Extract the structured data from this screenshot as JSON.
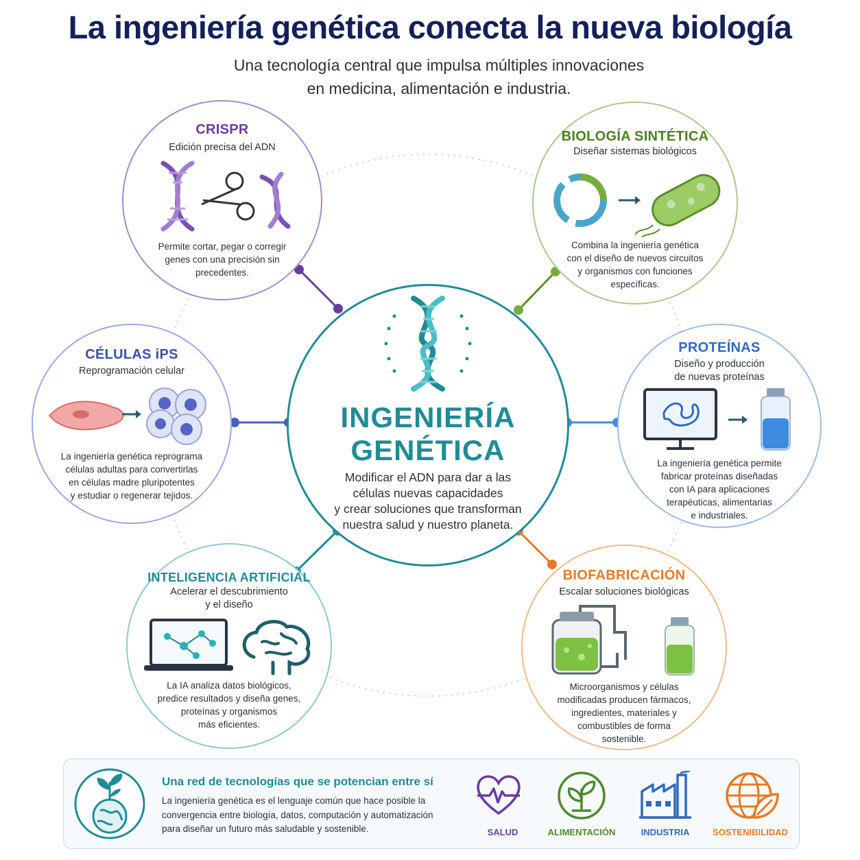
{
  "header": {
    "title": "La ingeniería genética conecta la nueva biología",
    "subtitle_line1": "Una tecnología central que impulsa múltiples innovaciones",
    "subtitle_line2": "en medicina, alimentación e industria."
  },
  "center": {
    "title_line1": "INGENIERÍA",
    "title_line2": "GENÉTICA",
    "desc_line1": "Modificar el ADN para dar a las",
    "desc_line2": "células nuevas capacidades",
    "desc_line3": "y crear soluciones que transforman",
    "desc_line4": "nuestra salud y nuestro planeta."
  },
  "nodes": {
    "crispr": {
      "title": "CRISPR",
      "subtitle": "Edición precisa del ADN",
      "desc": [
        "Permite cortar, pegar o corregir",
        "genes con una precisión sin",
        "precedentes."
      ],
      "color": "#6a3c9e"
    },
    "sintetica": {
      "title": "BIOLOGÍA SINTÉTICA",
      "subtitle": "Diseñar sistemas biológicos",
      "desc": [
        "Combina la ingeniería genética",
        "con el diseño de nuevos circuitos",
        "y organismos con funciones",
        "específicas."
      ],
      "color": "#5b8e2c"
    },
    "ips": {
      "title": "CÉLULAS iPS",
      "subtitle": "Reprogramación celular",
      "desc": [
        "La ingeniería genética reprograma",
        "células adultas para convertirlas",
        "en células madre pluripotentes",
        "y estudiar o regenerar tejidos."
      ],
      "color": "#3a4fa8"
    },
    "proteinas": {
      "title": "PROTEÍNAS",
      "subtitle_line1": "Diseño y producción",
      "subtitle_line2": "de nuevas proteínas",
      "desc": [
        "La ingeniería genética permite",
        "fabricar proteínas diseñadas",
        "con IA para aplicaciones",
        "terapéuticas, alimentarias",
        "e industriales."
      ],
      "color": "#2f6bbf"
    },
    "ia": {
      "title": "INTELIGENCIA ARTIFICIAL",
      "subtitle_line1": "Acelerar el descubrimiento",
      "subtitle_line2": "y el diseño",
      "desc": [
        "La IA analiza datos biológicos,",
        "predice resultados y diseña genes,",
        "proteínas y organismos",
        "más eficientes."
      ],
      "color": "#1f8c95"
    },
    "biofab": {
      "title": "BIOFABRICACIÓN",
      "subtitle": "Escalar soluciones biológicas",
      "desc": [
        "Microorganismos y células",
        "modificadas producen fármacos,",
        "ingredientes, materiales y",
        "combustibles de forma",
        "sostenible."
      ],
      "color": "#e57a26"
    }
  },
  "footer": {
    "title": "Una red de tecnologías que se potencian entre sí",
    "text_line1": "La ingeniería genética es el lenguaje común que hace posible la",
    "text_line2": "convergencia entre biología, datos, computación y automatización",
    "text_line3": "para diseñar un futuro más saludable y sostenible.",
    "impacts": [
      {
        "label": "SALUD",
        "icon": "heart-pulse-icon",
        "color": "#6a3c9e"
      },
      {
        "label": "ALIMENTACIÓN",
        "icon": "sprout-icon",
        "color": "#4f8a2a"
      },
      {
        "label": "INDUSTRIA",
        "icon": "factory-icon",
        "color": "#2f6bbf"
      },
      {
        "label": "SOSTENIBILIDAD",
        "icon": "globe-leaf-icon",
        "color": "#e57a26"
      }
    ]
  }
}
